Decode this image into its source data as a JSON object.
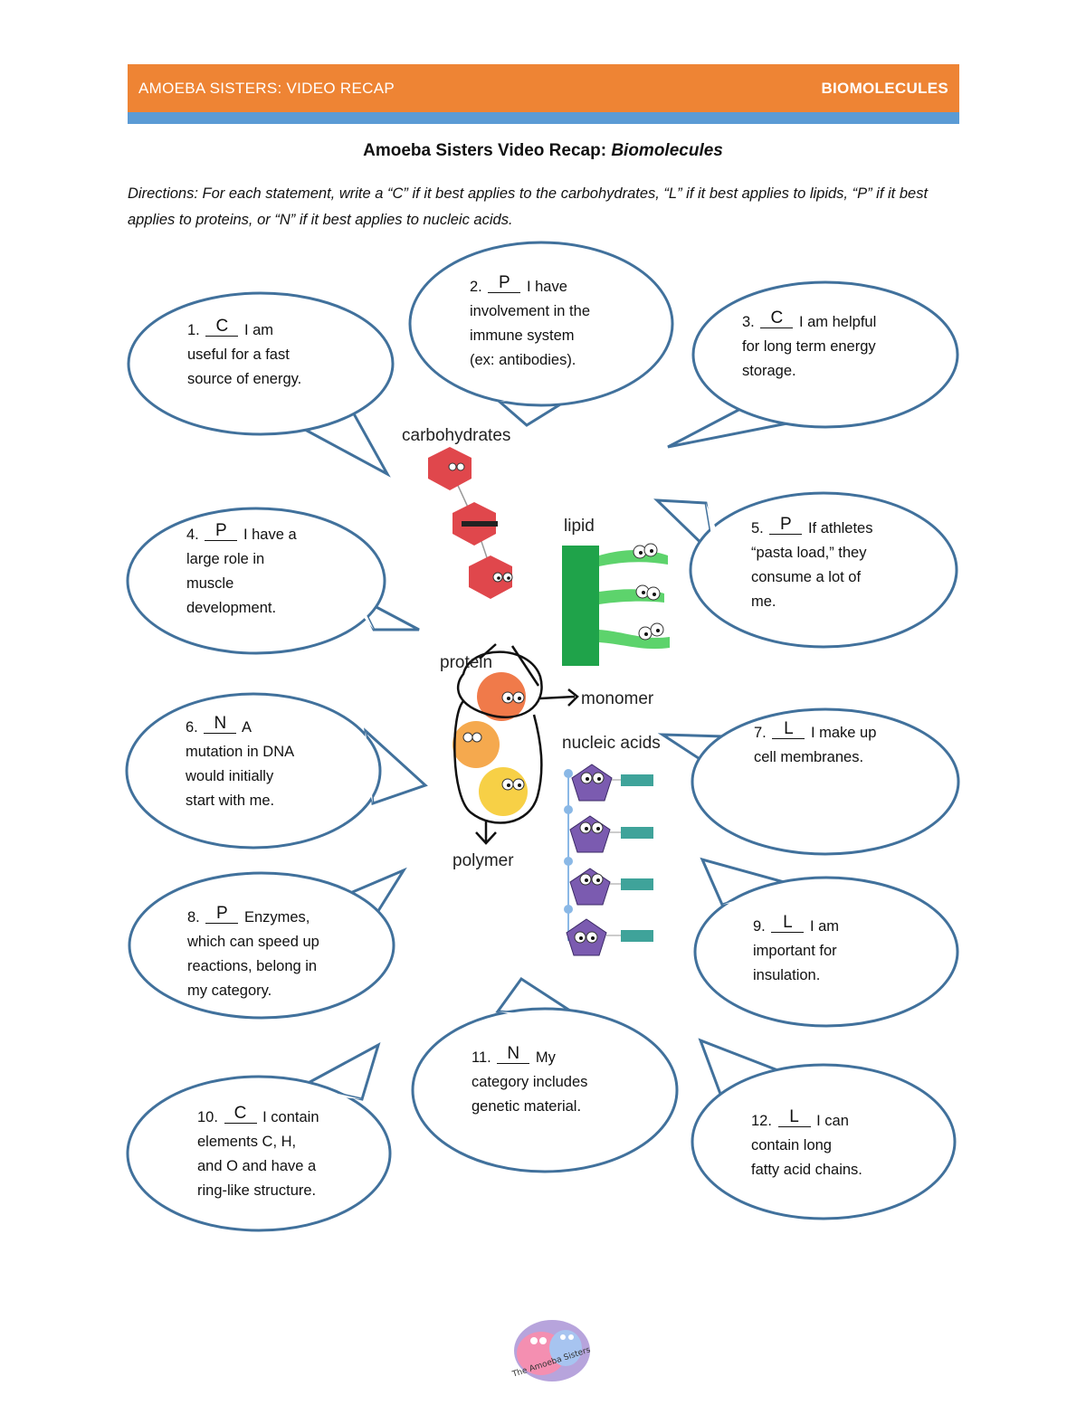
{
  "header": {
    "left_title": "AMOEBA SISTERS: VIDEO RECAP",
    "right_title": "BIOMOLECULES",
    "accent_color": "#ee8434",
    "stripe_color": "#5b9bd5"
  },
  "title": {
    "main": "Amoeba Sisters Video Recap: ",
    "italic": "Biomolecules"
  },
  "directions": "Directions: For each statement, write a “C” if it best applies to the carbohydrates, “L” if it best applies to lipids, “P” if it best applies to proteins, or “N” if it best applies to nucleic acids.",
  "bubble_outline_color": "#41719c",
  "questions": [
    {
      "num": "1.",
      "answer": "C",
      "lines": [
        "I am",
        "useful for a fast",
        "source of energy."
      ]
    },
    {
      "num": "2.",
      "answer": "P",
      "lines": [
        "I have",
        "involvement in the",
        "immune system",
        "(ex: antibodies)."
      ]
    },
    {
      "num": "3.",
      "answer": "C",
      "lines": [
        "I am helpful",
        "for long term energy",
        "storage."
      ]
    },
    {
      "num": "4.",
      "answer": "P",
      "lines": [
        "I have a",
        "large role in",
        "muscle",
        "development."
      ]
    },
    {
      "num": "5.",
      "answer": "P",
      "lines": [
        "If athletes",
        "“pasta load,” they",
        "consume a lot of",
        "me."
      ]
    },
    {
      "num": "6.",
      "answer": "N",
      "lines": [
        "A",
        "mutation in DNA",
        "would initially",
        "start with me."
      ]
    },
    {
      "num": "7.",
      "answer": "L",
      "lines": [
        "I make up",
        "cell membranes."
      ]
    },
    {
      "num": "8.",
      "answer": "P",
      "lines": [
        "Enzymes,",
        "which can speed up",
        "reactions, belong in",
        "my category."
      ]
    },
    {
      "num": "9.",
      "answer": "L",
      "lines": [
        "I am",
        "important for",
        "insulation."
      ]
    },
    {
      "num": "10.",
      "answer": "C",
      "lines": [
        "I contain",
        "elements C, H,",
        "and O and have a",
        "ring-like structure."
      ]
    },
    {
      "num": "11.",
      "answer": "N",
      "lines": [
        "My",
        "category includes",
        "genetic material."
      ]
    },
    {
      "num": "12.",
      "answer": "L",
      "lines": [
        "I can",
        "contain long",
        "fatty acid chains."
      ]
    }
  ],
  "diagram": {
    "carbohydrates": "carbohydrates",
    "lipid": "lipid",
    "protein": "protein",
    "monomer": "monomer",
    "nucleic_acids": "nucleic acids",
    "polymer": "polymer",
    "colors": {
      "carb": "#e0474c",
      "lipid_block": "#1fa34a",
      "lipid_tail": "#5dd36c",
      "protein_1": "#f07a4a",
      "protein_2": "#f5a94e",
      "protein_3": "#f7d046",
      "nucleotide": "#7b5bb0",
      "base": "#3fa39a",
      "phosphate": "#8ab8e6"
    }
  },
  "footer": {
    "logo_label": "logo-amoeba-sisters",
    "logo_text": "The Amoeba Sisters"
  }
}
